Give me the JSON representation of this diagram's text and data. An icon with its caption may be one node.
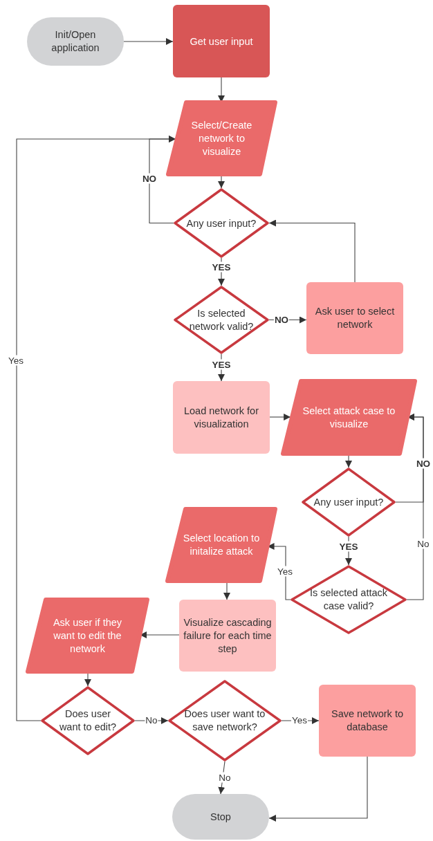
{
  "diagram": {
    "nodes": [
      {
        "text": [
          "Init/Open application"
        ]
      },
      {
        "text": [
          "Get user input"
        ]
      },
      {
        "text": [
          "Select/Create network to visualize"
        ]
      },
      {
        "text": [
          "Any user input?"
        ]
      },
      {
        "text": [
          "Is selected network valid?"
        ]
      },
      {
        "text": [
          "Ask user to select network"
        ]
      },
      {
        "text": [
          "Load network for visualization"
        ]
      },
      {
        "text": [
          "Select attack case to visualize"
        ]
      },
      {
        "text": [
          "Any user input?"
        ]
      },
      {
        "text": [
          "Is selected attack case valid?"
        ]
      },
      {
        "text": [
          "Select location to initalize attack"
        ]
      },
      {
        "text": [
          "Visualize cascading failure for each time step"
        ]
      },
      {
        "text": [
          "Ask user if they want to edit the network"
        ]
      },
      {
        "text": [
          "Does user want to edit?"
        ]
      },
      {
        "text": [
          "Does user want to save network?"
        ]
      },
      {
        "text": [
          "Save network to database"
        ]
      },
      {
        "text": [
          "Stop"
        ]
      }
    ],
    "edges": [
      {
        "from": 0,
        "to": 1,
        "arrow": "to"
      },
      {
        "from": 1,
        "to": 2,
        "arrow": "to"
      },
      {
        "from": 2,
        "to": 3,
        "arrow": "to"
      },
      {
        "from": 3,
        "to": 2,
        "arrow": "to",
        "label": "NO"
      },
      {
        "from": 3,
        "to": 4,
        "arrow": "to",
        "label": "YES"
      },
      {
        "from": 4,
        "to": 5,
        "arrow": "to",
        "label": "NO"
      },
      {
        "from": 5,
        "to": 3,
        "arrow": "to"
      },
      {
        "from": 4,
        "to": 6,
        "arrow": "to",
        "label": "YES"
      },
      {
        "from": 6,
        "to": 7,
        "arrow": "to"
      },
      {
        "from": 7,
        "to": 8,
        "arrow": "to"
      },
      {
        "from": 8,
        "to": 7,
        "arrow": "to",
        "label": "NO"
      },
      {
        "from": 8,
        "to": 9,
        "arrow": "to",
        "label": "YES"
      },
      {
        "from": 9,
        "to": 7,
        "arrow": "to",
        "label": "No"
      },
      {
        "from": 9,
        "to": 10,
        "arrow": "to",
        "label": "Yes"
      },
      {
        "from": 10,
        "to": 11,
        "arrow": "to"
      },
      {
        "from": 11,
        "to": 12,
        "arrow": "to"
      },
      {
        "from": 12,
        "to": 13,
        "arrow": "to"
      },
      {
        "from": 13,
        "to": 2,
        "arrow": "to",
        "label": "Yes"
      },
      {
        "from": 13,
        "to": 14,
        "arrow": "to",
        "label": "No"
      },
      {
        "from": 14,
        "to": 15,
        "arrow": "to",
        "label": "Yes"
      },
      {
        "from": 14,
        "to": 16,
        "arrow": "to",
        "label": "No"
      },
      {
        "from": 15,
        "to": 16,
        "arrow": "to"
      }
    ]
  }
}
